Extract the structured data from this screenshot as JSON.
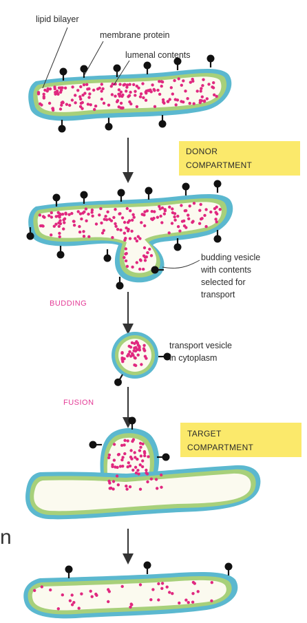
{
  "labels": {
    "lipid_bilayer": "lipid bilayer",
    "membrane_protein": "membrane protein",
    "lumenal_contents": "lumenal contents",
    "budding_vesicle": [
      "budding vesicle",
      "with contents",
      "selected for",
      "transport"
    ],
    "transport_vesicle": [
      "transport vesicle",
      "in cytoplasm"
    ]
  },
  "stages": {
    "budding": "BUDDING",
    "fusion": "FUSION"
  },
  "compartments": {
    "donor": [
      "DONOR",
      "COMPARTMENT"
    ],
    "target": [
      "TARGET",
      "COMPARTMENT"
    ]
  },
  "fragment_letter": "n",
  "colors": {
    "membrane_outer": "#5bb8cf",
    "membrane_inner": "#a7d07a",
    "lumen": "#fbfaef",
    "cargo": "#e0287f",
    "protein": "#111111",
    "box": "#fbe96b",
    "stage_text": "#e43a96"
  }
}
